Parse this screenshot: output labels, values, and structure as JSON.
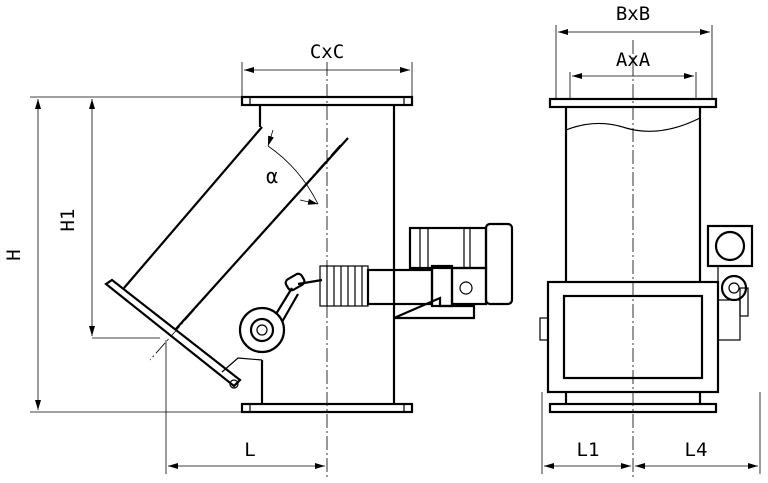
{
  "labels": {
    "cxc": "CxC",
    "bxb": "BxB",
    "axa": "AxA",
    "h": "H",
    "h1": "H1",
    "alpha": "α",
    "l": "L",
    "l1": "L1",
    "l4": "L4"
  }
}
